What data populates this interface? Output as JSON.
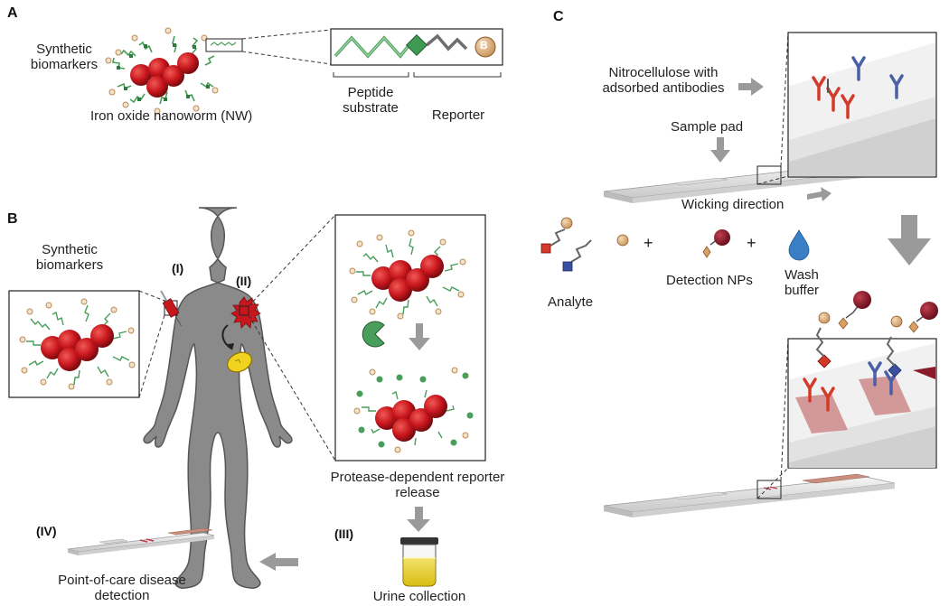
{
  "panels": {
    "a": {
      "letter": "A",
      "synthetic_biomarkers": "Synthetic biomarkers",
      "iron_oxide": "Iron oxide nanoworm (NW)",
      "peptide_substrate": "Peptide substrate",
      "reporter": "Reporter",
      "reporter_letter": "B"
    },
    "b": {
      "letter": "B",
      "synthetic_biomarkers": "Synthetic biomarkers",
      "step1": "(I)",
      "step2": "(II)",
      "step3": "(III)",
      "step4": "(IV)",
      "protease_release": "Protease-dependent reporter release",
      "urine_collection": "Urine collection",
      "poc_detection": "Point-of-care disease detection"
    },
    "c": {
      "letter": "C",
      "nitrocellulose": "Nitrocellulose with adsorbed antibodies",
      "sample_pad": "Sample pad",
      "wicking": "Wicking direction",
      "analyte": "Analyte",
      "detection_nps": "Detection NPs",
      "wash_buffer": "Wash buffer",
      "plus": "+"
    }
  },
  "colors": {
    "nanoworm": "#c8161d",
    "peptide": "#4a9e5c",
    "reporter": "#d9a066",
    "body": "#8a8a8a",
    "arrow": "#9a9a9a",
    "stripe": "#c87a7a",
    "urine": "#e8d22a",
    "antibody_red": "#d43a2a",
    "antibody_blue": "#4a5fa8",
    "drop": "#3a7fc4"
  }
}
